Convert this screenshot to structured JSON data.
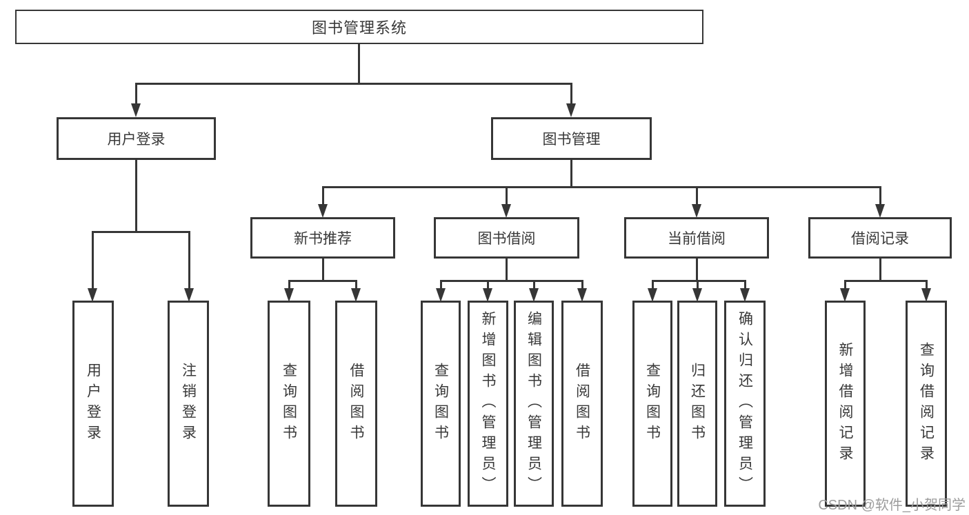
{
  "diagram": {
    "title": "图书管理系统",
    "level2": [
      {
        "id": "user-login",
        "label": "用户登录"
      },
      {
        "id": "book-management",
        "label": "图书管理"
      }
    ],
    "level3": [
      {
        "id": "new-book-recommendation",
        "label": "新书推荐",
        "parent": "图书管理"
      },
      {
        "id": "book-borrowing",
        "label": "图书借阅",
        "parent": "图书管理"
      },
      {
        "id": "current-borrowing",
        "label": "当前借阅",
        "parent": "图书管理"
      },
      {
        "id": "borrowing-records",
        "label": "借阅记录",
        "parent": "图书管理"
      }
    ],
    "leaves": [
      {
        "parent": "用户登录",
        "label": "用户登录"
      },
      {
        "parent": "用户登录",
        "label": "注销登录"
      },
      {
        "parent": "新书推荐",
        "label": "查询图书"
      },
      {
        "parent": "新书推荐",
        "label": "借阅图书"
      },
      {
        "parent": "图书借阅",
        "label": "查询图书"
      },
      {
        "parent": "图书借阅",
        "label": "新增图书（管理员）"
      },
      {
        "parent": "图书借阅",
        "label": "编辑图书（管理员）"
      },
      {
        "parent": "图书借阅",
        "label": "借阅图书"
      },
      {
        "parent": "当前借阅",
        "label": "查询图书"
      },
      {
        "parent": "当前借阅",
        "label": "归还图书"
      },
      {
        "parent": "当前借阅",
        "label": "确认归还（管理员）"
      },
      {
        "parent": "借阅记录",
        "label": "新增借阅记录"
      },
      {
        "parent": "借阅记录",
        "label": "查询借阅记录"
      }
    ]
  },
  "watermark": "CSDN @软件_小贺同学",
  "colors": {
    "line": "#363636",
    "text": "#383838",
    "watermark": "#9c9c9c",
    "background": "#ffffff"
  }
}
